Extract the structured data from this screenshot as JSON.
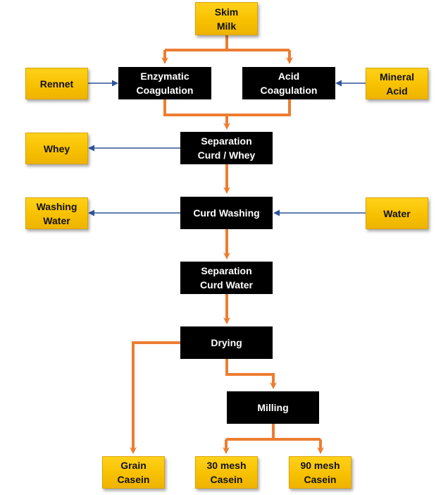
{
  "colors": {
    "flow_line": "#ED7D31",
    "side_line": "#2F5597",
    "process_fill": "#000000",
    "process_text": "#FFFFFF",
    "input_fill": "#FFC000"
  },
  "nodes": {
    "skim_milk": "Skim\nMilk",
    "rennet": "Rennet",
    "enzymatic_coagulation": "Enzymatic\nCoagulation",
    "acid_coagulation": "Acid\nCoagulation",
    "mineral_acid": "Mineral\nAcid",
    "whey": "Whey",
    "separation_curd_whey": "Separation\nCurd / Whey",
    "washing_water": "Washing\nWater",
    "curd_washing": "Curd Washing",
    "water": "Water",
    "separation_curd_water": "Separation\nCurd Water",
    "drying": "Drying",
    "milling": "Milling",
    "grain_casein": "Grain\nCasein",
    "mesh30_casein": "30 mesh\nCasein",
    "mesh90_casein": "90 mesh\nCasein"
  }
}
